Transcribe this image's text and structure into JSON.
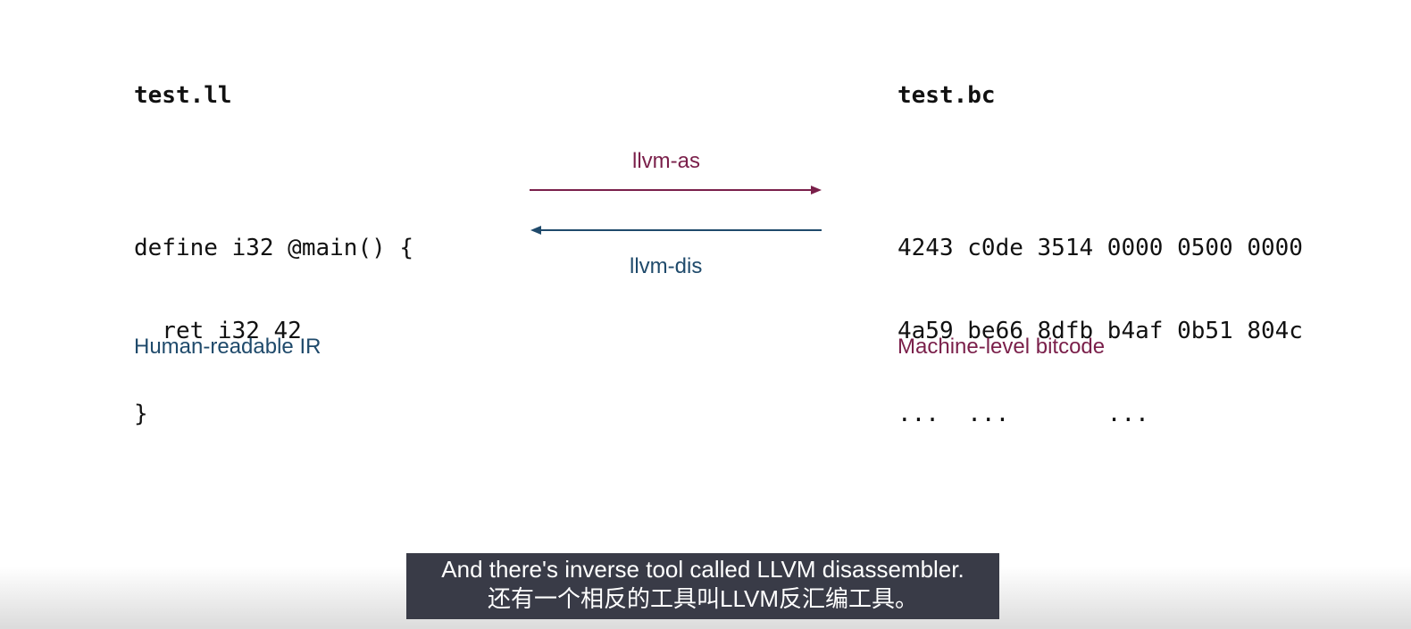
{
  "colors": {
    "ir_blue": "#1f4a6b",
    "bitcode_maroon": "#7a1f4a"
  },
  "left": {
    "filename": "test.ll",
    "code_lines": [
      "define i32 @main() {",
      "  ret i32 42",
      "}"
    ],
    "caption": "Human-readable IR"
  },
  "right": {
    "filename": "test.bc",
    "hex_lines": [
      "4243 c0de 3514 0000 0500 0000",
      "4a59 be66 8dfb b4af 0b51 804c",
      "...  ...       ..."
    ],
    "caption": "Machine-level bitcode"
  },
  "arrows": {
    "forward_label": "llvm-as",
    "backward_label": "llvm-dis"
  },
  "subtitles": {
    "english": "And there's inverse tool called LLVM disassembler.",
    "chinese": "还有一个相反的工具叫LLVM反汇编工具。"
  }
}
